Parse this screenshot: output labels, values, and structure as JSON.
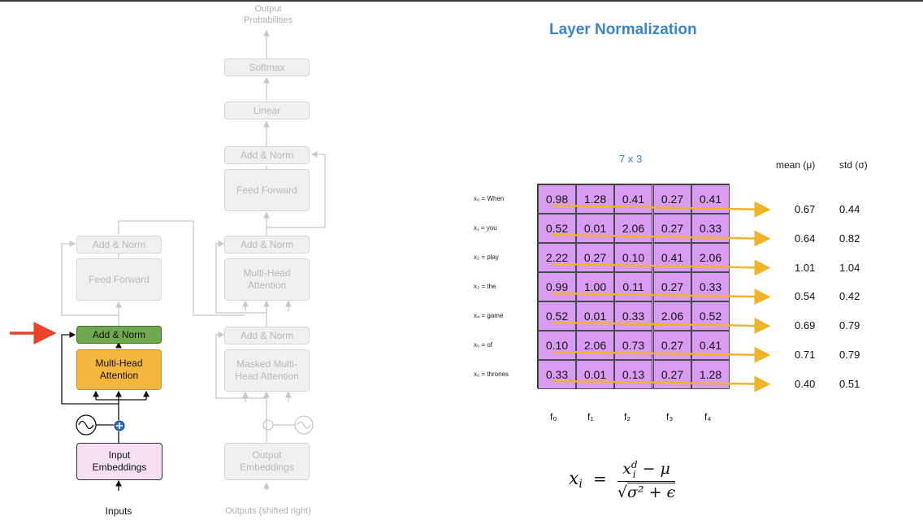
{
  "transformer": {
    "output_probabilities": "Output\nProbabilities",
    "softmax": "Softmax",
    "linear": "Linear",
    "decoder_add_norm_top": "Add & Norm",
    "decoder_feed_forward": "Feed Forward",
    "decoder_add_norm_mid": "Add & Norm",
    "decoder_mha": "Multi-Head\nAttention",
    "decoder_add_norm_low": "Add & Norm",
    "decoder_masked_mha": "Masked Multi-\nHead Attention",
    "output_embeddings": "Output\nEmbeddings",
    "outputs_label": "Outputs (shifted right)",
    "encoder_add_norm_top": "Add & Norm",
    "encoder_feed_forward": "Feed Forward",
    "encoder_add_norm_active": "Add & Norm",
    "encoder_mha": "Multi-Head\nAttention",
    "input_embeddings": "Input\nEmbeddings",
    "inputs_label": "Inputs"
  },
  "layer_norm": {
    "title": "Layer Normalization",
    "dimension": "7 x 3",
    "mean_header": "mean (μ)",
    "std_header": "std (σ)",
    "row_labels": [
      "x₀ = When",
      "x₁ = you",
      "x₂ = play",
      "x₃ = the",
      "x₄ = game",
      "x₅ = of",
      "x₆ = thrones"
    ],
    "feature_labels": [
      "f₀",
      "f₁",
      "f₂",
      "f₃",
      "f₄"
    ],
    "values": [
      [
        "0.98",
        "1.28",
        "0.41",
        "0.27",
        "0.41"
      ],
      [
        "0.52",
        "0.01",
        "2.06",
        "0.27",
        "0.33"
      ],
      [
        "2.22",
        "0.27",
        "0.10",
        "0.41",
        "2.06"
      ],
      [
        "0.99",
        "1.00",
        "0.11",
        "0.27",
        "0.33"
      ],
      [
        "0.52",
        "0.01",
        "0.33",
        "2.06",
        "0.52"
      ],
      [
        "0.10",
        "2.06",
        "0.73",
        "0.27",
        "0.41"
      ],
      [
        "0.33",
        "0.01",
        "0.13",
        "0.27",
        "1.28"
      ]
    ],
    "means": [
      "0.67",
      "0.64",
      "1.01",
      "0.54",
      "0.69",
      "0.71",
      "0.40"
    ],
    "stds": [
      "0.44",
      "0.82",
      "1.04",
      "0.42",
      "0.79",
      "0.79",
      "0.51"
    ],
    "arrow_color": "#f0b429",
    "cell_color": "#d99cf2",
    "title_color": "#3c86c8",
    "pointer_arrow_color": "#e8432a",
    "formula": {
      "lhs": "x",
      "lhs_sub": "i",
      "num_x": "x",
      "num_sup": "d",
      "num_sub": "i",
      "num_rest": "− μ",
      "den": "σ² + ϵ"
    }
  }
}
